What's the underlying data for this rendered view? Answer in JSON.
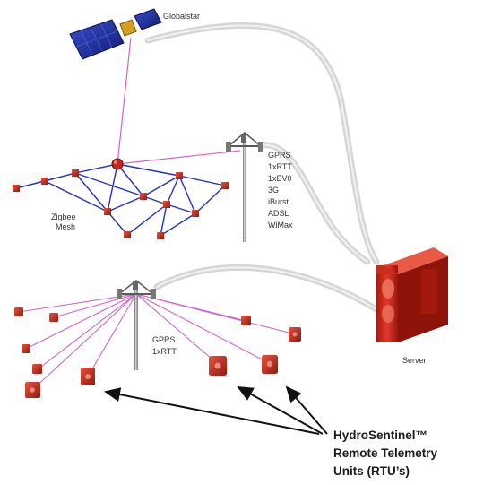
{
  "labels": {
    "globalstar": "Globalstar",
    "zigbee_line1": "Zigbee",
    "zigbee_line2": "Mesh",
    "server": "Server",
    "tower1_protocols": [
      "GPRS",
      "1xRTT",
      "1xEV0",
      "3G",
      "iBurst",
      "ADSL",
      "WiMax"
    ],
    "tower2_protocols": [
      "GPRS",
      "1xRTT"
    ]
  },
  "callout": {
    "line1": "HydroSentinel™",
    "line2": "Remote Telemetry",
    "line3": "Units (RTU’s)"
  },
  "colors": {
    "mesh_link": "#2233bb",
    "radio_link": "#cc66cc",
    "rtu": "#c0281b",
    "server": "#d4281a",
    "backhaul": "#d8d8d8"
  }
}
